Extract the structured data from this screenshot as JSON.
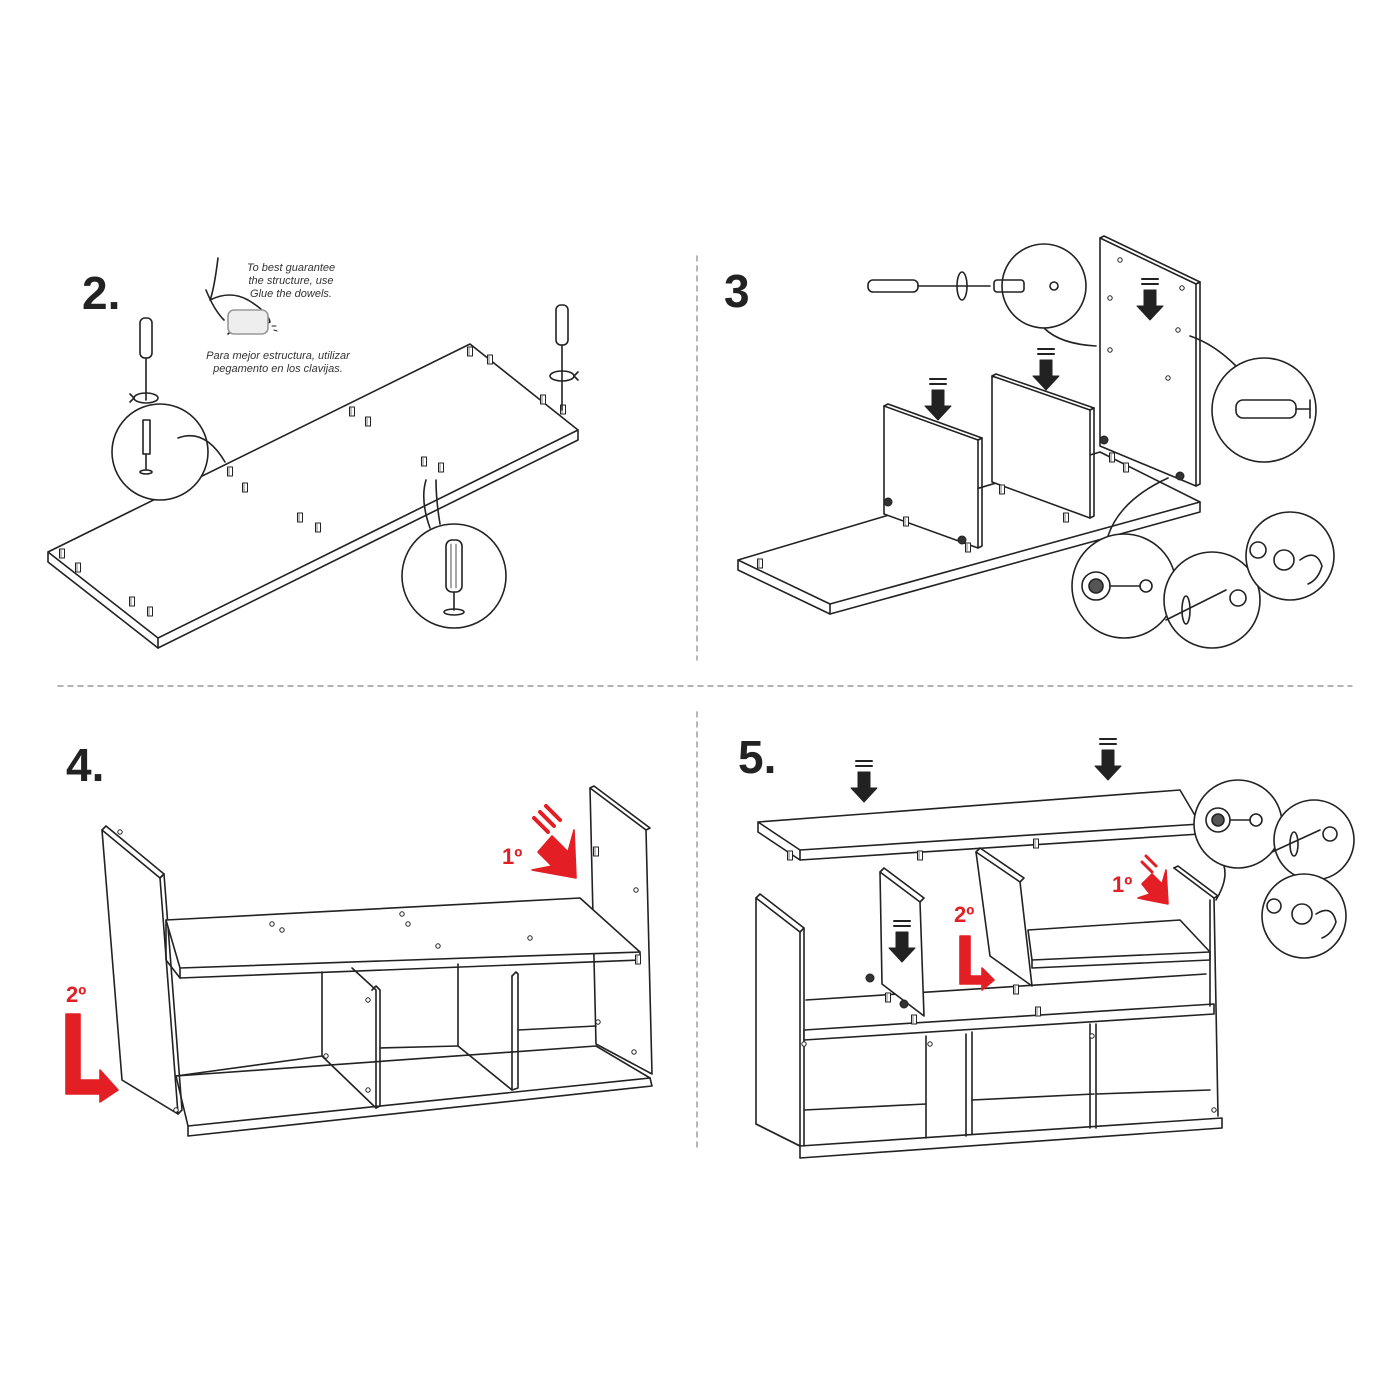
{
  "colors": {
    "line": "#222222",
    "accent": "#e31e24",
    "divider": "#9a9a9a",
    "panel": "#ffffff"
  },
  "steps": [
    {
      "number": "2.",
      "note_en": [
        "To best guarantee",
        "the structure, use",
        "Glue the dowels."
      ],
      "note_es": [
        "Para mejor estructura, utilizar",
        "pegamento en los clavijas."
      ],
      "icons": [
        "screwdriver-icon",
        "dowel-icon",
        "glue-hand-icon"
      ]
    },
    {
      "number": "3",
      "icons": [
        "screwdriver-icon",
        "cam-lock-icon",
        "dowel-icon"
      ]
    },
    {
      "number": "4.",
      "order_first": "1º",
      "order_second": "2º"
    },
    {
      "number": "5.",
      "order_first": "1º",
      "order_second": "2º",
      "icons": [
        "cam-lock-icon",
        "screwdriver-icon"
      ]
    }
  ]
}
